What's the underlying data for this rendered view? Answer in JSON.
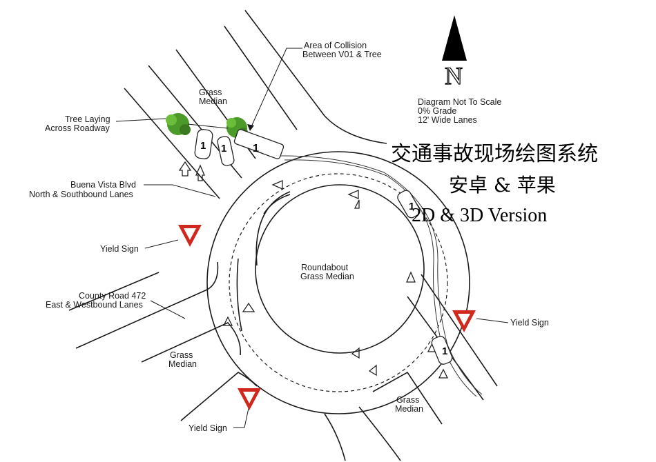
{
  "north": {
    "letter": "N"
  },
  "notes": [
    "Diagram Not To Scale",
    "0% Grade",
    "12' Wide Lanes"
  ],
  "labels": {
    "collision_line1": "Area of Collision",
    "collision_line2": "Between V01 & Tree",
    "grass_top_1": "Grass",
    "grass_top_2": "Median",
    "tree_1": "Tree Laying",
    "tree_2": "Across Roadway",
    "buena_1": "Buena Vista Blvd",
    "buena_2": "North & Southbound Lanes",
    "yield_left": "Yield Sign",
    "yield_right": "Yield Sign",
    "yield_bottom": "Yield Sign",
    "county_1": "County Road 472",
    "county_2": "East & Westbound Lanes",
    "round_1": "Roundabout",
    "round_2": "Grass Median",
    "grass_left_1": "Grass",
    "grass_left_2": "Median",
    "grass_right_1": "Grass",
    "grass_right_2": "Median"
  },
  "watermark": {
    "line1": "交通事故现场绘图系统",
    "line2": "安卓 & 苹果",
    "line3": "2D & 3D Version"
  },
  "vehicles": [
    "1",
    "1",
    "1",
    "1",
    "1"
  ],
  "colors": {
    "yield_red": "#d0281c",
    "tree_green": "#4c9a2a"
  }
}
